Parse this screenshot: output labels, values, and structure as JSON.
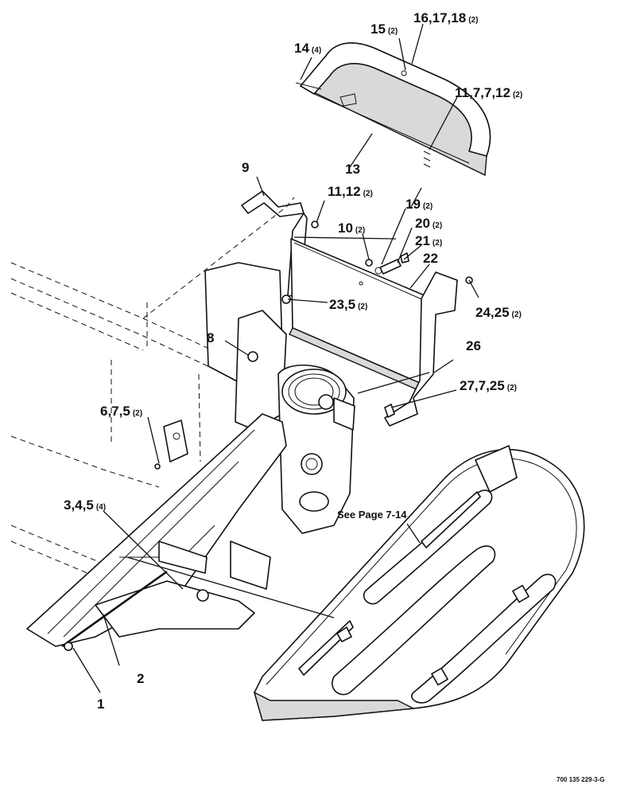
{
  "callouts": {
    "c1": {
      "main": "1",
      "qty": ""
    },
    "c2": {
      "main": "2",
      "qty": ""
    },
    "c3": {
      "main": "3,4,5",
      "qty": "(4)"
    },
    "c6": {
      "main": "6,7,5",
      "qty": "(2)"
    },
    "c8": {
      "main": "8",
      "qty": ""
    },
    "c9": {
      "main": "9",
      "qty": ""
    },
    "c10": {
      "main": "10",
      "qty": "(2)"
    },
    "c11a": {
      "main": "11,12",
      "qty": "(2)"
    },
    "c11b": {
      "main": "11,7,7,12",
      "qty": "(2)"
    },
    "c13": {
      "main": "13",
      "qty": ""
    },
    "c14": {
      "main": "14",
      "qty": "(4)"
    },
    "c15": {
      "main": "15",
      "qty": "(2)"
    },
    "c16": {
      "main": "16,17,18",
      "qty": "(2)"
    },
    "c19": {
      "main": "19",
      "qty": "(2)"
    },
    "c20": {
      "main": "20",
      "qty": "(2)"
    },
    "c21": {
      "main": "21",
      "qty": "(2)"
    },
    "c22": {
      "main": "22",
      "qty": ""
    },
    "c23": {
      "main": "23,5",
      "qty": "(2)"
    },
    "c24": {
      "main": "24,25",
      "qty": "(2)"
    },
    "c26": {
      "main": "26",
      "qty": ""
    },
    "c27": {
      "main": "27,7,25",
      "qty": "(2)"
    }
  },
  "see_page": "See Page 7-14",
  "figure_number": "700 135 229-3-G"
}
